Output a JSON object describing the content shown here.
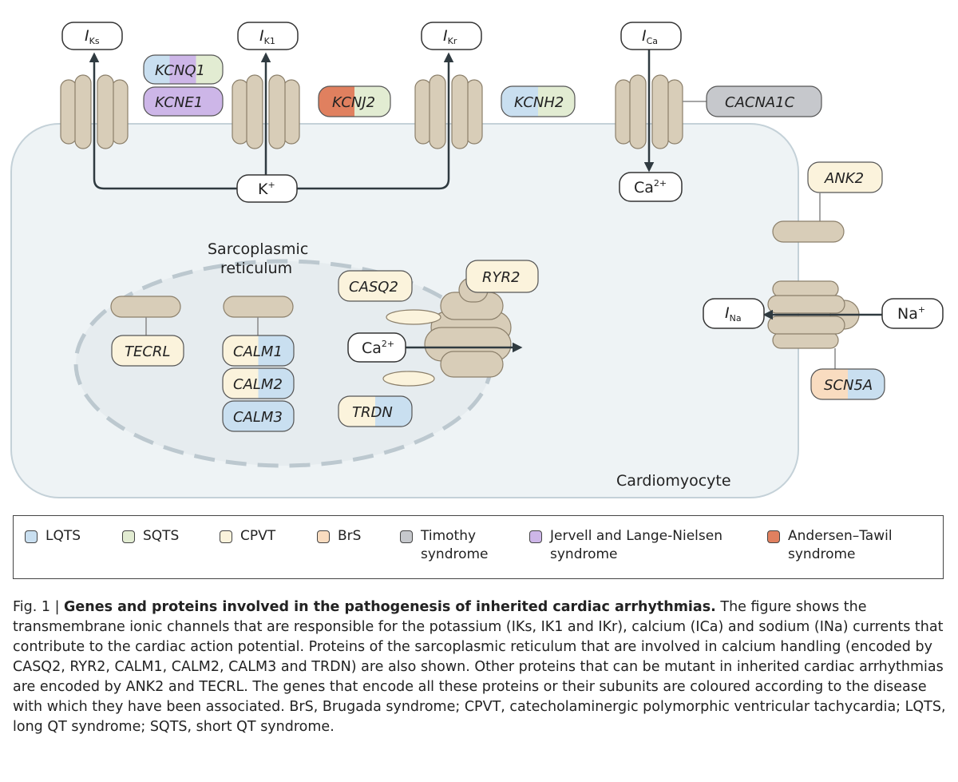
{
  "colors": {
    "LQTS": "#c9dff0",
    "SQTS": "#e2ecd2",
    "CPVT": "#fbf3dc",
    "BrS": "#f9dcc0",
    "Timothy": "#c6c8cc",
    "JLN": "#cdb6e8",
    "AT": "#e0805f",
    "protein": "#d8cdb8",
    "cell": "#eef3f5"
  },
  "currents": {
    "iks": {
      "main": "I",
      "sub": "Ks"
    },
    "ik1": {
      "main": "I",
      "sub": "K1"
    },
    "ikr": {
      "main": "I",
      "sub": "Kr"
    },
    "ica": {
      "main": "I",
      "sub": "Ca"
    },
    "ina": {
      "main": "I",
      "sub": "Na"
    }
  },
  "ions": {
    "k": {
      "main": "K",
      "sup": "+"
    },
    "ca_out": {
      "main": "Ca",
      "sup": "2+"
    },
    "ca_sr": {
      "main": "Ca",
      "sup": "2+"
    },
    "na": {
      "main": "Na",
      "sup": "+"
    }
  },
  "genes": {
    "kcnq1": "KCNQ1",
    "kcne1": "KCNE1",
    "kcnj2": "KCNJ2",
    "kcnh2": "KCNH2",
    "cacna1c": "CACNA1C",
    "ank2": "ANK2",
    "scn5a": "SCN5A",
    "casq2": "CASQ2",
    "ryr2": "RYR2",
    "trdn": "TRDN",
    "tecrl": "TECRL",
    "calm1": "CALM1",
    "calm2": "CALM2",
    "calm3": "CALM3"
  },
  "labels": {
    "sr_line1": "Sarcoplasmic",
    "sr_line2": "reticulum",
    "cell": "Cardiomyocyte"
  },
  "legend": [
    {
      "label": "LQTS",
      "color": "#c9dff0"
    },
    {
      "label": "SQTS",
      "color": "#e2ecd2"
    },
    {
      "label": "CPVT",
      "color": "#fbf3dc"
    },
    {
      "label": "BrS",
      "color": "#f9dcc0"
    },
    {
      "label": "Timothy syndrome",
      "line1": "Timothy",
      "line2": "syndrome",
      "color": "#c6c8cc"
    },
    {
      "label": "Jervell and Lange-Nielsen syndrome",
      "line1": "Jervell and Lange-Nielsen",
      "line2": "syndrome",
      "color": "#cdb6e8"
    },
    {
      "label": "Andersen–Tawil syndrome",
      "line1": "Andersen–Tawil",
      "line2": "syndrome",
      "color": "#e0805f"
    }
  ],
  "caption": {
    "fig": "Fig. 1 | ",
    "title": "Genes and proteins involved in the pathogenesis of inherited cardiac arrhythmias.",
    "body": " The figure shows the transmembrane ionic channels that are responsible for the potassium (IKs, IK1 and IKr), calcium (ICa) and sodium (INa) currents that contribute to the cardiac action potential. Proteins of the sarcoplasmic reticulum that are involved in calcium handling (encoded by CASQ2, RYR2, CALM1, CALM2, CALM3 and TRDN) are also shown. Other proteins that can be mutant in inherited cardiac arrhythmias are encoded by ANK2 and TECRL. The genes that encode all these proteins or their subunits are coloured according to the disease with which they have been associated. BrS, Brugada syndrome; CPVT, catecholaminergic polymorphic ventricular tachycardia; LQTS, long QT syndrome; SQTS, short QT syndrome."
  }
}
